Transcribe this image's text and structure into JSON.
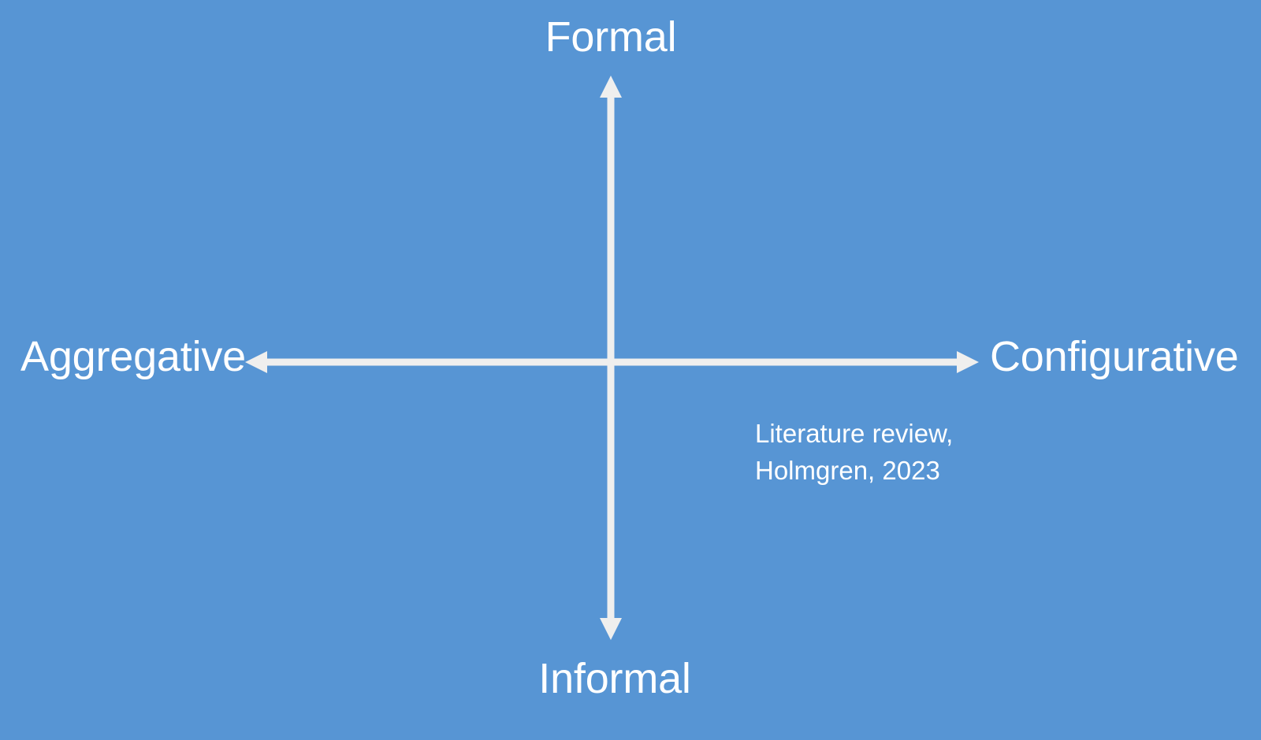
{
  "diagram": {
    "type": "two-axis-matrix",
    "background_color": "#5795d4",
    "axis_color": "#efefee",
    "text_color": "#ffffff",
    "axes": {
      "vertical": {
        "positive_pole_label": "Formal",
        "negative_pole_label": "Informal",
        "arrowheads": "both"
      },
      "horizontal": {
        "negative_pole_label": "Aggregative",
        "positive_pole_label": "Configurative",
        "arrowheads": "both"
      }
    },
    "labels": {
      "top": "Formal",
      "bottom": "Informal",
      "left": "Aggregative",
      "right": "Configurative"
    },
    "annotation": {
      "line1": "Literature review,",
      "line2": "Holmgren, 2023"
    }
  }
}
